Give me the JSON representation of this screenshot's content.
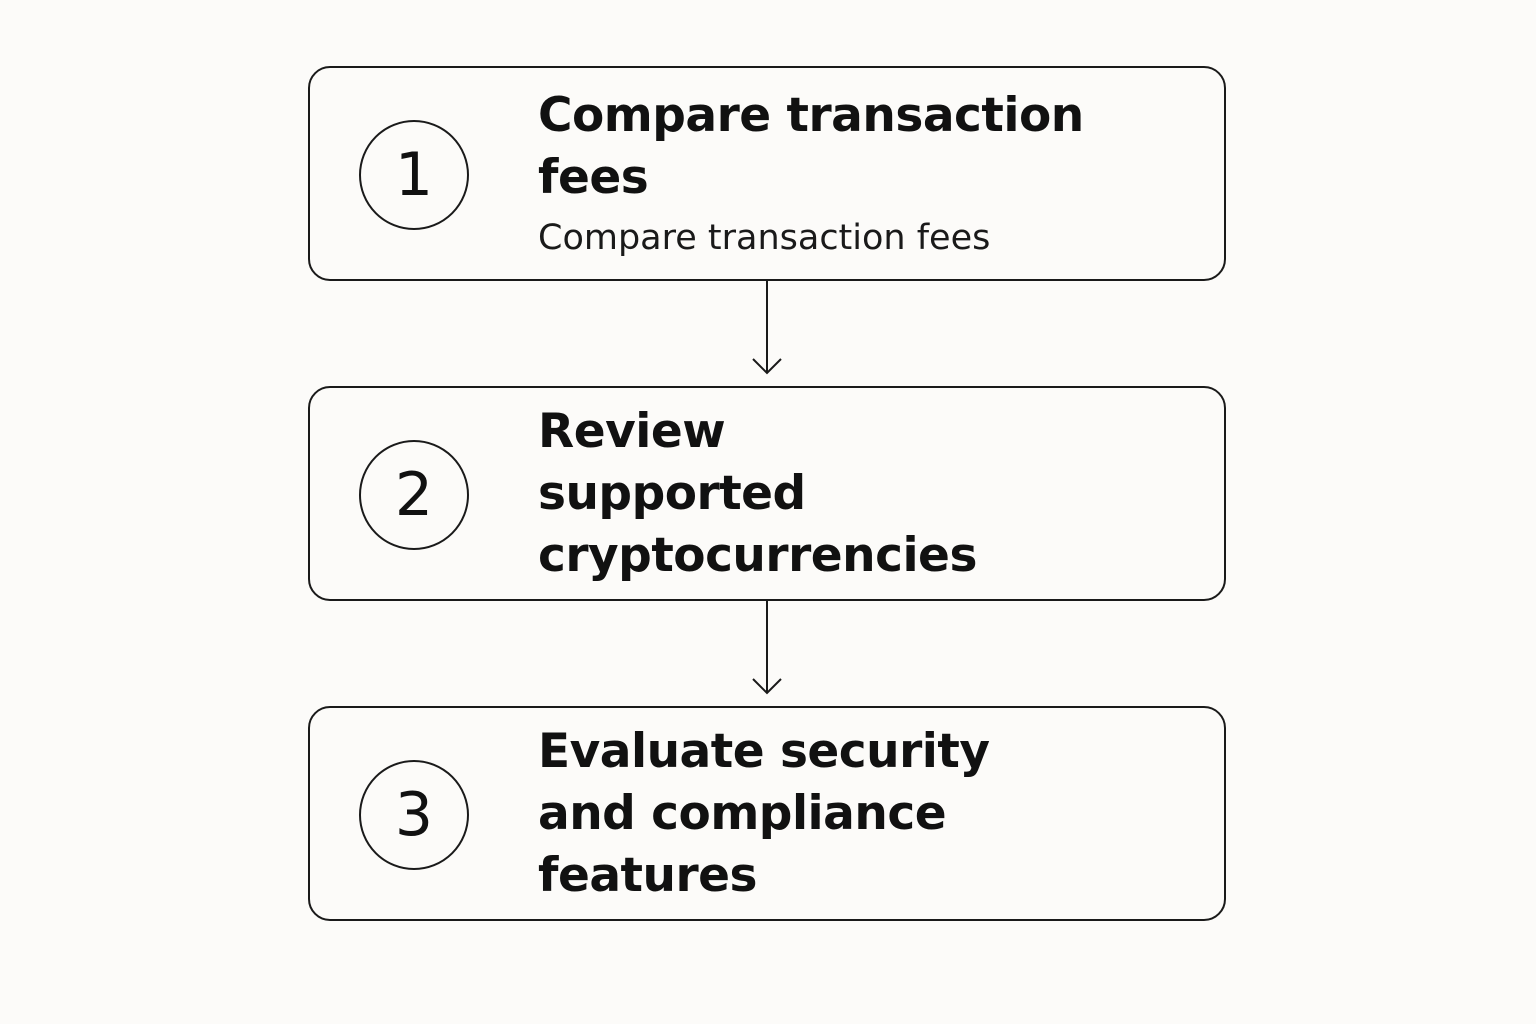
{
  "steps": [
    {
      "number": "1",
      "title": "Compare transaction fees",
      "subtitle": "Compare transaction fees"
    },
    {
      "number": "2",
      "title": "Review supported cryptocurrencies"
    },
    {
      "number": "3",
      "title": "Evaluate security and compliance features"
    }
  ],
  "colors": {
    "background": "#fcfbf9",
    "stroke": "#1a1a1a",
    "text": "#111111"
  }
}
